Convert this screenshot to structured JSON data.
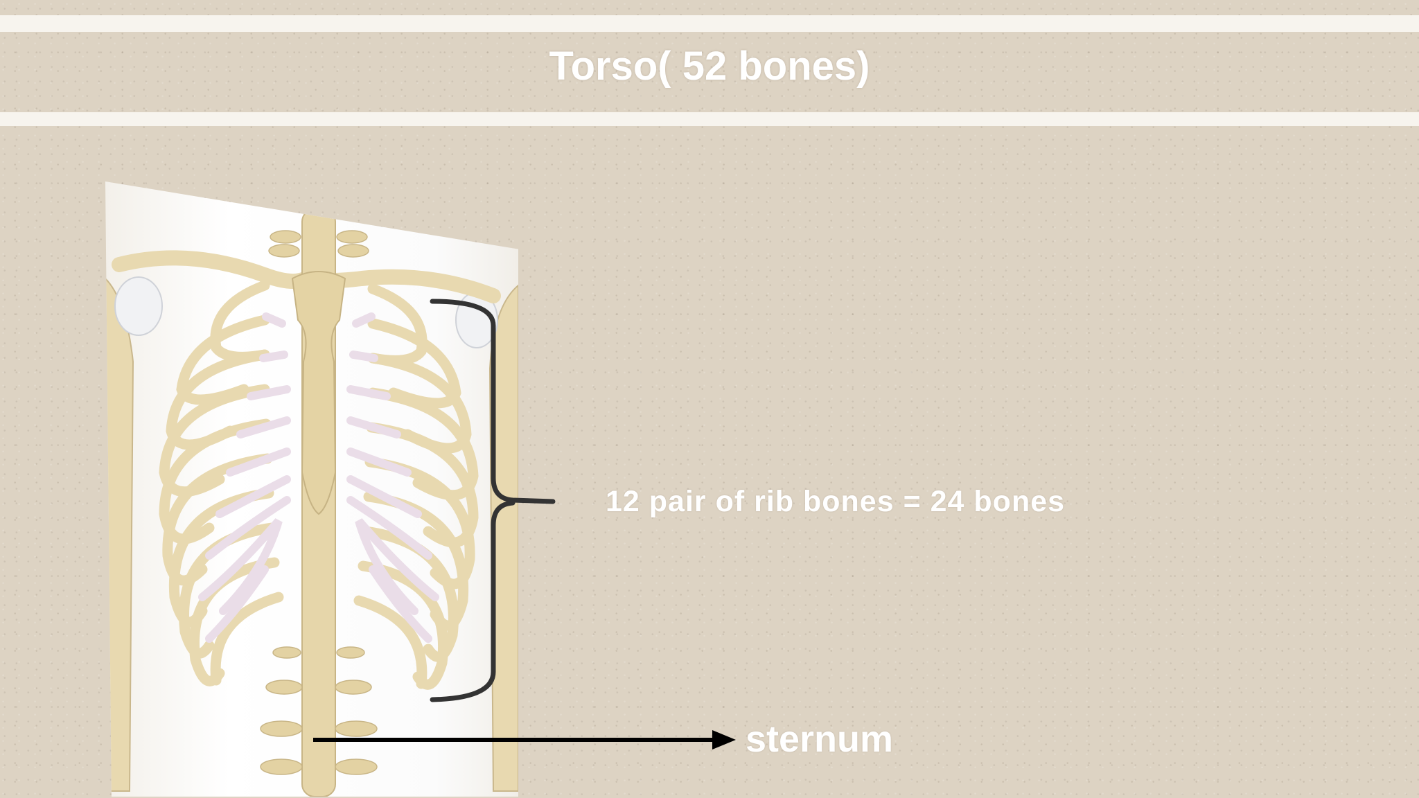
{
  "slide": {
    "title": "Torso( 52 bones)",
    "rib_label": "12 pair of rib bones = 24 bones",
    "sternum_label": "sternum"
  },
  "colors": {
    "background": "#ddd3c3",
    "bands": "#f7f4ee",
    "text": "#ffffff",
    "bone": "#e8d9b0",
    "cartilage": "#eadde8",
    "annotation": "#000000"
  }
}
